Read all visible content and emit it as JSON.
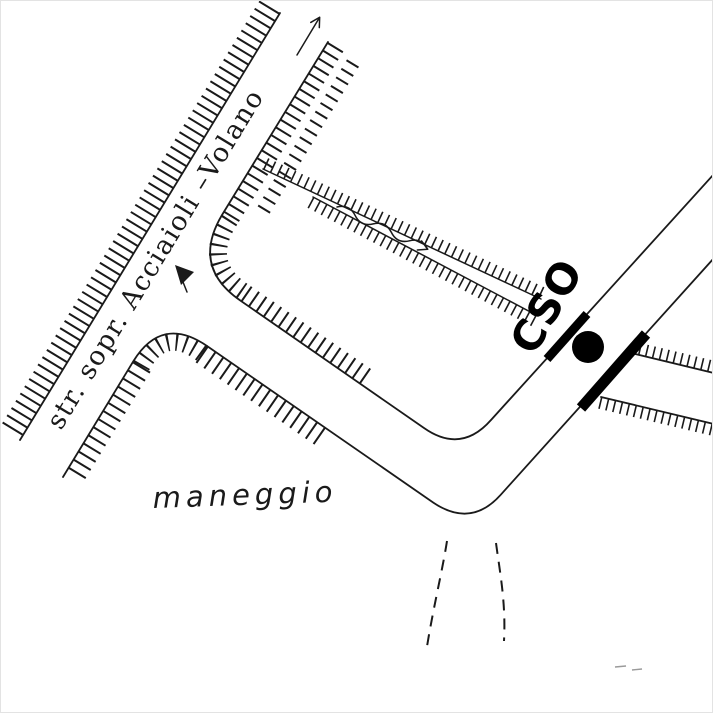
{
  "map": {
    "labels": {
      "road": "str. sopr. Acciaioli –Volano",
      "area": "maneggio",
      "site": "CSO"
    },
    "marker": {
      "shape": "filled-circle",
      "color": "#000000"
    },
    "colors": {
      "ink": "#1a1a1a",
      "background": "#ffffff"
    }
  }
}
